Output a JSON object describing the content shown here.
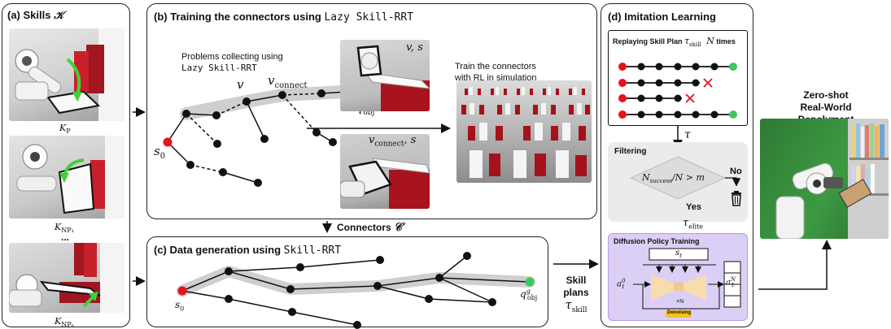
{
  "panel_a": {
    "title": "(a) Skills",
    "title_symbol": "𝒦",
    "skills": [
      {
        "label": "K",
        "sub": "P"
      },
      {
        "label": "K",
        "sub": "NP₁"
      },
      {
        "label": "K",
        "sub": "NPₙ"
      }
    ],
    "ellipsis": "..."
  },
  "panel_b": {
    "title": "(b) Training the connectors using ",
    "title_mono": "Lazy Skill-RRT",
    "problems_line1": "Problems collecting using",
    "problems_line2": "Lazy Skill-RRT",
    "node_s0": "s",
    "node_s0_sub": "0",
    "node_v": "v",
    "node_vconnect": "v",
    "node_vconnect_sub": "connect",
    "node_qobj": "q",
    "node_qobj_sup": "g",
    "node_qobj_sub": "obj",
    "img1_label": "v, s",
    "img2_label": "v",
    "img2_label_sub": "connect",
    "img2_label_tail": ", s",
    "train_line1": "Train the connectors",
    "train_line2": "with RL in simulation"
  },
  "connectors": {
    "label": "Connectors",
    "symbol": "𝒞"
  },
  "panel_c": {
    "title": "(c) Data generation using ",
    "title_mono": "Skill-RRT",
    "node_s0": "s",
    "node_s0_sub": "0",
    "node_qobj": "q",
    "node_qobj_sup": "g",
    "node_qobj_sub": "obj"
  },
  "skill_plans": {
    "line1": "Skill",
    "line2": "plans",
    "symbol": "τ",
    "symbol_sub": "skill"
  },
  "panel_d": {
    "title": "(d) Imitation Learning",
    "replay_prefix": "Replaying Skill Plan ",
    "replay_tau": "τ",
    "replay_tau_sub": "skill",
    "replay_n": "N",
    "replay_suffix": " times",
    "tau_arrow": "τ",
    "filtering": "Filtering",
    "condition": "N",
    "condition_sub": "success",
    "condition_tail": "/N > m",
    "no": "No",
    "yes": "Yes",
    "tau_elite": "τ",
    "tau_elite_sub": "elite",
    "diffusion_title": "Diffusion Policy Training",
    "s_t": "s",
    "s_t_sub": "t",
    "a_in": "a",
    "a_in_sup": "0",
    "a_in_sub": "t",
    "a_out": "a",
    "a_out_sup": "N",
    "a_out_sub": "t",
    "times_n": "×N",
    "denoising": "Denoising"
  },
  "zero_shot": {
    "line1": "Zero-shot",
    "line2": "Real-World",
    "line3": "Depolyment"
  },
  "colors": {
    "start_node": "#e8121b",
    "goal_node": "#3cc85a",
    "node": "#111111",
    "fail_mark": "#e8121b",
    "filter_bg": "#ebebeb",
    "diffusion_bg": "#dccff5",
    "diffusion_border": "#b79be6",
    "denoise_badge": "#f6c21a",
    "path_highlight": "#cfcfcf"
  }
}
